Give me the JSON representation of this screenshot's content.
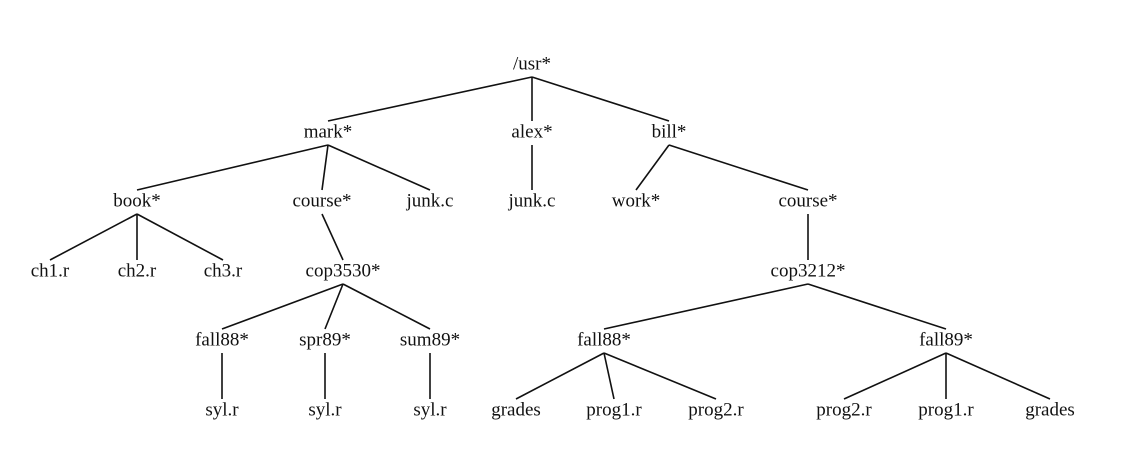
{
  "tree": {
    "nodes": {
      "usr": "/usr*",
      "mark": "mark*",
      "alex": "alex*",
      "bill": "bill*",
      "mark_book": "book*",
      "mark_course": "course*",
      "mark_junk": "junk.c",
      "alex_junk": "junk.c",
      "bill_work": "work*",
      "bill_course": "course*",
      "book_ch1": "ch1.r",
      "book_ch2": "ch2.r",
      "book_ch3": "ch3.r",
      "cop3530": "cop3530*",
      "cop3212": "cop3212*",
      "cop3530_fall88": "fall88*",
      "cop3530_spr89": "spr89*",
      "cop3530_sum89": "sum89*",
      "fall88_syl": "syl.r",
      "spr89_syl": "syl.r",
      "sum89_syl": "syl.r",
      "cop3212_fall88": "fall88*",
      "cop3212_fall89": "fall89*",
      "f88_grades": "grades",
      "f88_prog1": "prog1.r",
      "f88_prog2": "prog2.r",
      "f89_prog2": "prog2.r",
      "f89_prog1": "prog1.r",
      "f89_grades": "grades"
    }
  }
}
